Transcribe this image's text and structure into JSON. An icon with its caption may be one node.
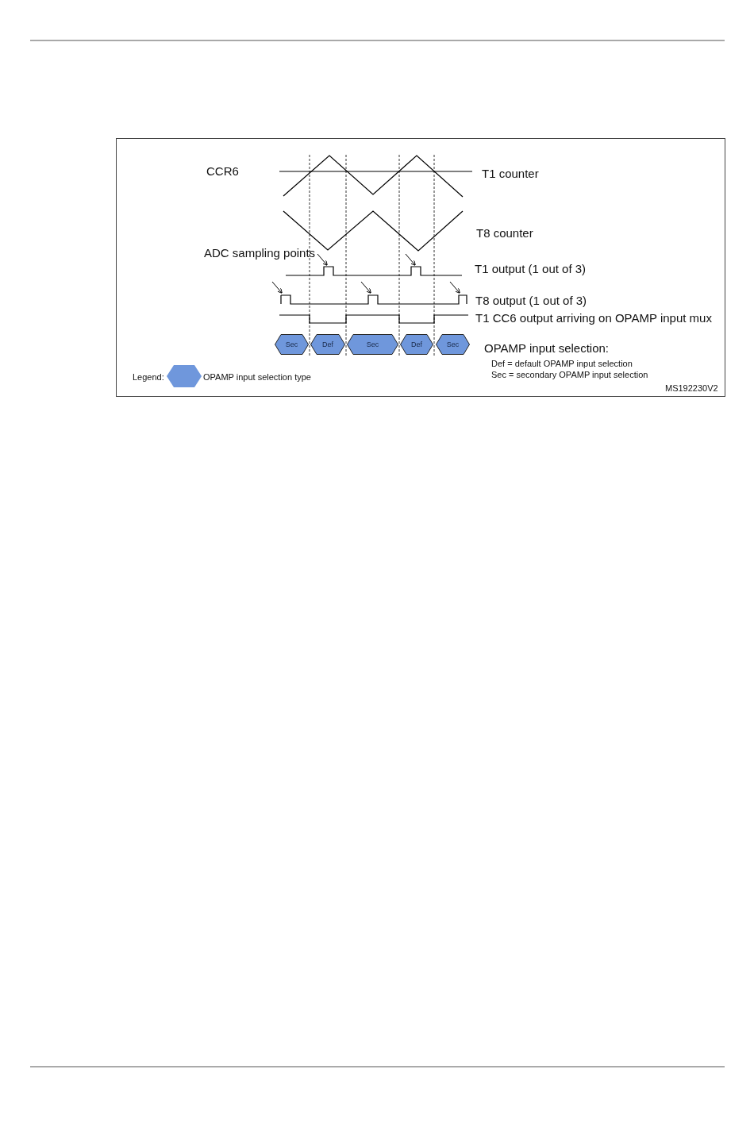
{
  "diagram": {
    "nodes": [
      {
        "text": [
          "Sec"
        ]
      },
      {
        "text": [
          "Def"
        ]
      },
      {
        "text": [
          "Sec"
        ]
      },
      {
        "text": [
          "Def"
        ]
      },
      {
        "text": [
          "Sec"
        ]
      }
    ],
    "labels": [
      "CCR6",
      "T1 counter",
      "T8 counter",
      "ADC sampling points",
      "T1 output (1 out of 3)",
      "T8 output (1 out of 3)",
      "T1 CC6 output arriving on OPAMP input mux",
      "OPAMP input selection:",
      "Def = default OPAMP input selection",
      "Sec = secondary OPAMP input selection",
      "Legend:",
      "MS192230V2"
    ],
    "legend": [
      {
        "text": "OPAMP input selection type",
        "color": "#6f97dc"
      }
    ]
  }
}
